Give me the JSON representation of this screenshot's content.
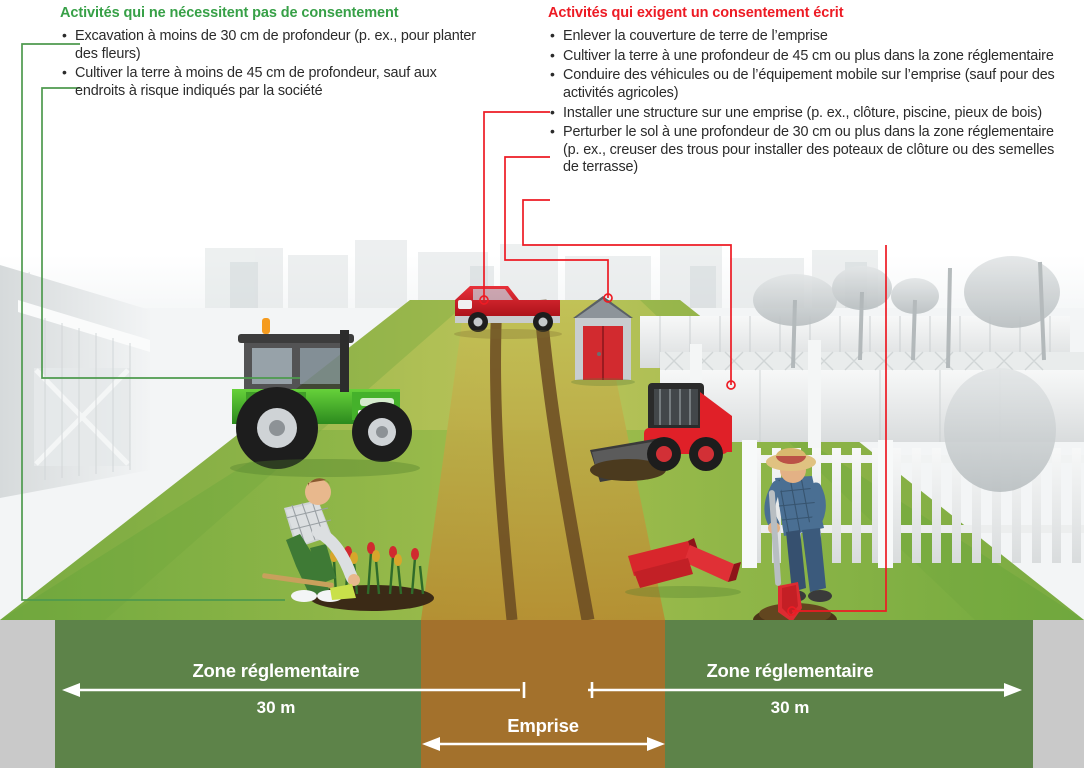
{
  "columns": {
    "left": {
      "heading": "Activités qui ne nécessitent pas de consentement",
      "heading_color": "#37a047",
      "bullets": [
        "Excavation à moins de 30 cm de profondeur (p. ex., pour planter des fleurs)",
        "Cultiver la terre à moins de 45 cm de profondeur, sauf aux endroits à risque indiqués par la société"
      ]
    },
    "right": {
      "heading": "Activités qui exigent un consentement écrit",
      "heading_color": "#ed1b24",
      "bullets": [
        "Enlever la couverture de terre de l’emprise",
        "Cultiver la terre à une profondeur de 45 cm ou plus dans la zone réglementaire",
        "Conduire des véhicules ou de l’équipement mobile sur l’emprise (sauf pour des activités agricoles)",
        "Installer une structure sur une emprise (p. ex., clôture, piscine, pieux de bois)",
        "Perturber le sol à une profondeur de 30 cm ou plus dans la zone réglementaire (p. ex., creuser des trous pour installer des poteaux de clôture ou des semelles de terrasse)"
      ]
    }
  },
  "cross_section": {
    "left_zone": {
      "label": "Zone réglementaire",
      "distance": "30 m"
    },
    "right_zone": {
      "label": "Zone réglementaire",
      "distance": "30 m"
    },
    "center_zone": {
      "label": "Emprise"
    }
  },
  "scene": {
    "elements": [
      {
        "name": "barn",
        "callout": "green"
      },
      {
        "name": "tractor",
        "callout": "green"
      },
      {
        "name": "gardener-planting-flowers",
        "callout": "green"
      },
      {
        "name": "red-pickup-truck",
        "callout": "red"
      },
      {
        "name": "red-garden-shed",
        "callout": "red"
      },
      {
        "name": "red-skid-steer-loader",
        "callout": "red"
      },
      {
        "name": "man-digging-with-shovel",
        "callout": "red"
      },
      {
        "name": "fence-posts-stack",
        "callout": "red"
      },
      {
        "name": "white-vinyl-fence",
        "callout": "none"
      },
      {
        "name": "buried-pipelines",
        "callout": "none"
      }
    ]
  },
  "colors": {
    "green_accent": "#37a047",
    "red_accent": "#ed1b24",
    "band_green": "#5d8349",
    "band_brown": "#a3712c",
    "band_gray": "#c9c9c9",
    "grass_light": "#b9c55a",
    "grass_mid": "#8fb747",
    "grass_dark": "#6aa843",
    "sky_gray": "#eef0f1"
  }
}
